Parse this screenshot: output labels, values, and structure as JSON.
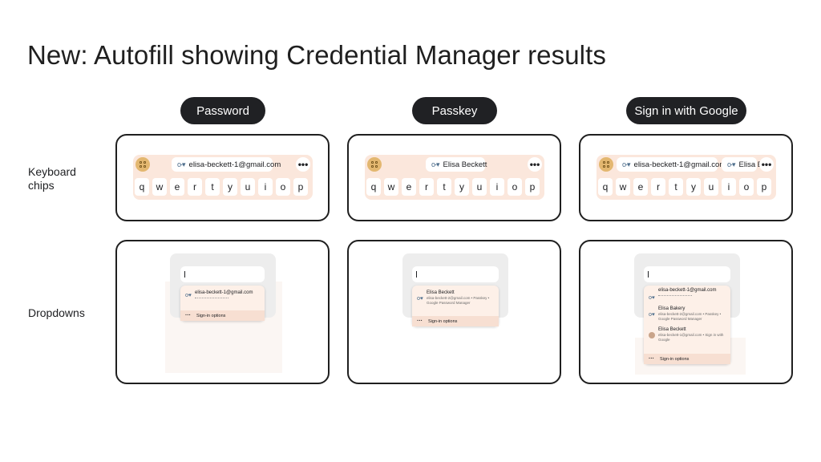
{
  "title": "New: Autofill showing Credential Manager results",
  "row_labels": {
    "keyboard": "Keyboard\nchips",
    "dropdowns": "Dropdowns"
  },
  "columns": [
    {
      "pill": "Password"
    },
    {
      "pill": "Passkey"
    },
    {
      "pill": "Sign in with Google"
    }
  ],
  "keyboard_keys": [
    "q",
    "w",
    "e",
    "r",
    "t",
    "y",
    "u",
    "i",
    "o",
    "p"
  ],
  "keyboard": {
    "password_chip": "elisa-beckett-1@gmail.com",
    "passkey_chip": "Elisa Beckett",
    "google_chip_1": "elisa-beckett-1@gmail.com",
    "google_chip_2": "Elisa B",
    "more_label": "•••",
    "key_icon": "o-▾"
  },
  "dropdowns": {
    "field_value": "I",
    "password": {
      "item_name": "elisa-beckett-1@gmail.com",
      "footer": "Sign-in options"
    },
    "passkey": {
      "item_name": "Elisa Beckett",
      "item_sub": "elisa-beckett-2@gmail.com • Passkey • Google Password Manager",
      "footer": "Sign-in options"
    },
    "google": {
      "item1_name": "elisa-beckett-1@gmail.com",
      "item2_name": "Elisa Bakery",
      "item2_sub": "elisa-beckett-2@gmail.com • Passkey • Google Password Manager",
      "item3_name": "Elisa Beckett",
      "item3_sub": "elisa-beckett-1@gmail.com • Sign in with Google",
      "footer": "Sign-in options"
    }
  },
  "colors": {
    "pill_bg": "#202124",
    "keyboard_bg": "#fbe7dc",
    "accent_icon": "#e3b770"
  }
}
